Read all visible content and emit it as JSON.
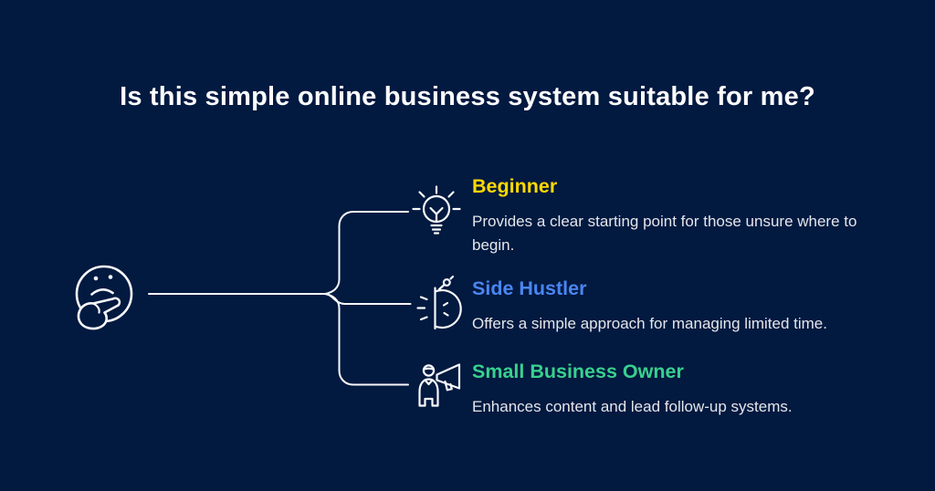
{
  "header": {
    "title": "Is this simple online business system suitable for me?",
    "color": "#FFFFFF"
  },
  "canvas": {
    "background": "#021940",
    "line_color": "#F7F8FA"
  },
  "subject": {
    "icon": "thinking-face-icon"
  },
  "items": [
    {
      "icon": "lightbulb-icon",
      "label": "Beginner",
      "accent_color": "#FFD900",
      "description": "Provides a clear starting point for those unsure where to begin."
    },
    {
      "icon": "stopwatch-icon",
      "label": "Side Hustler",
      "accent_color": "#4A86F2",
      "description": "Offers a simple approach for managing limited time."
    },
    {
      "icon": "megaphone-person-icon",
      "label": "Small Business Owner",
      "accent_color": "#38D18D",
      "description": "Enhances content and lead follow-up systems."
    }
  ]
}
